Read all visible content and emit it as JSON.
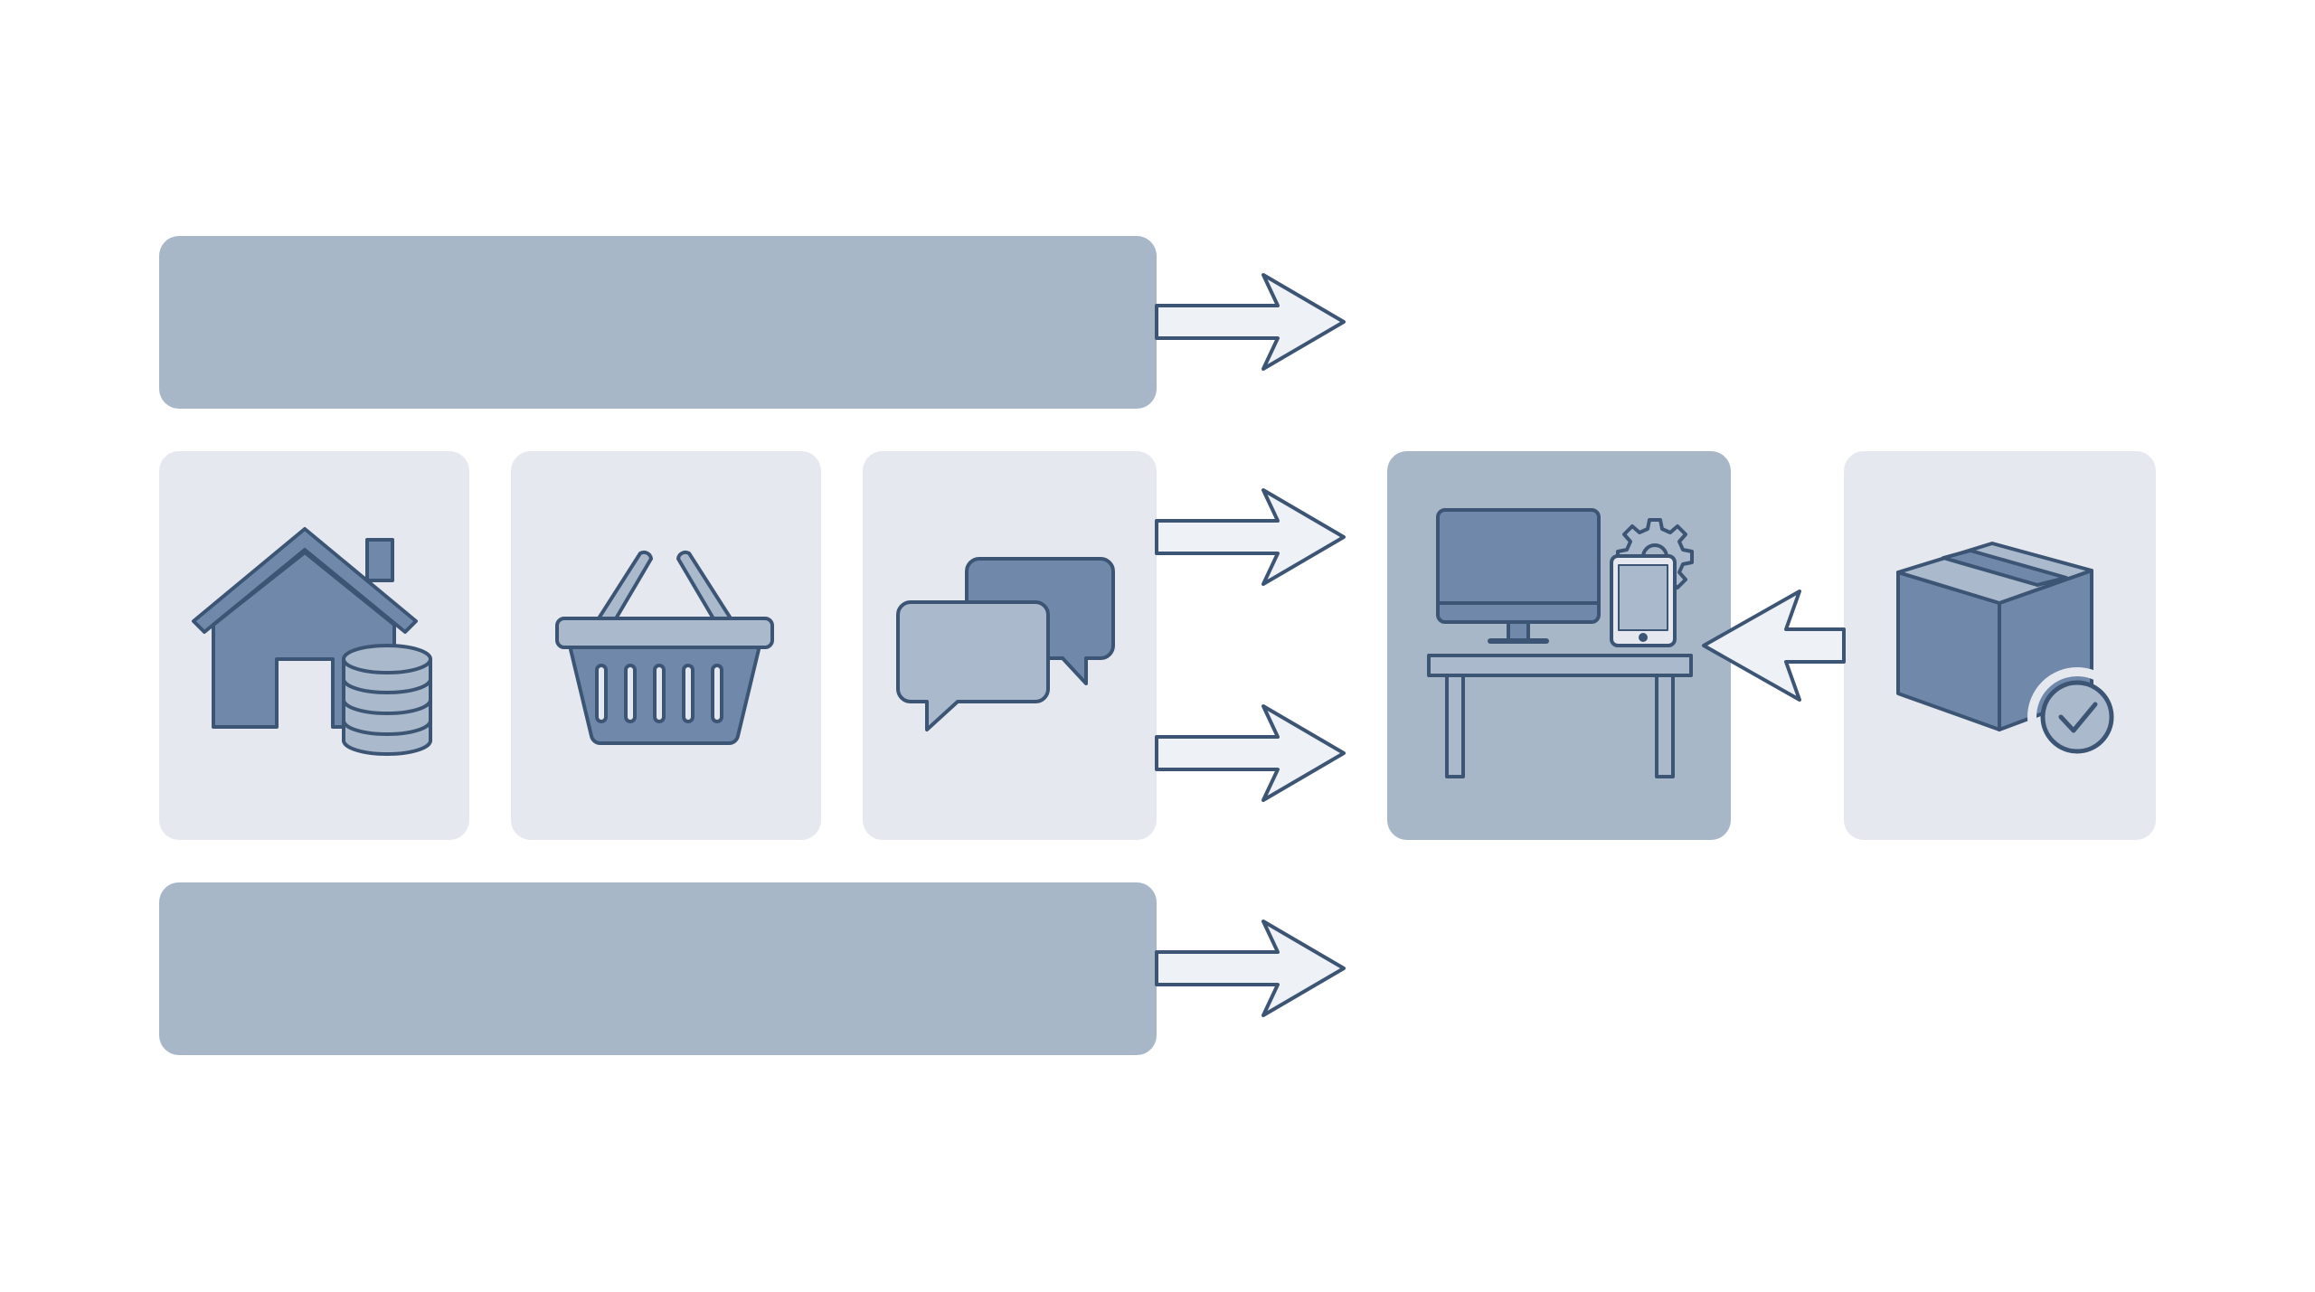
{
  "diagram": {
    "background": "#ffffff",
    "colors": {
      "bar_fill": "#a7b7c7",
      "tile_fill": "#e6e8ef",
      "highlight_tile_fill": "#a7b7c7",
      "icon_stroke": "#3d5575",
      "icon_fill_dark": "#7089aa",
      "icon_fill_light": "#aab9cb",
      "arrow_fill": "#eef1f5"
    },
    "top_bar": {
      "label": ""
    },
    "bottom_bar": {
      "label": ""
    },
    "source_tiles": [
      {
        "id": "home-finance",
        "icon": "house-with-coins-icon",
        "label": ""
      },
      {
        "id": "shopping",
        "icon": "shopping-basket-icon",
        "label": ""
      },
      {
        "id": "messaging",
        "icon": "chat-bubbles-icon",
        "label": ""
      }
    ],
    "hub_tile": {
      "id": "workstation",
      "icon": "desk-computer-tablet-gear-icon",
      "label": ""
    },
    "right_tile": {
      "id": "delivery",
      "icon": "package-check-icon",
      "label": ""
    },
    "arrows": [
      {
        "from": "top_bar",
        "to": "hub_tile",
        "direction": "right"
      },
      {
        "from": "source_tiles",
        "to": "hub_tile",
        "direction": "right"
      },
      {
        "from": "source_tiles",
        "to": "hub_tile",
        "direction": "right"
      },
      {
        "from": "bottom_bar",
        "to": "hub_tile",
        "direction": "right"
      },
      {
        "from": "right_tile",
        "to": "hub_tile",
        "direction": "left"
      }
    ]
  }
}
